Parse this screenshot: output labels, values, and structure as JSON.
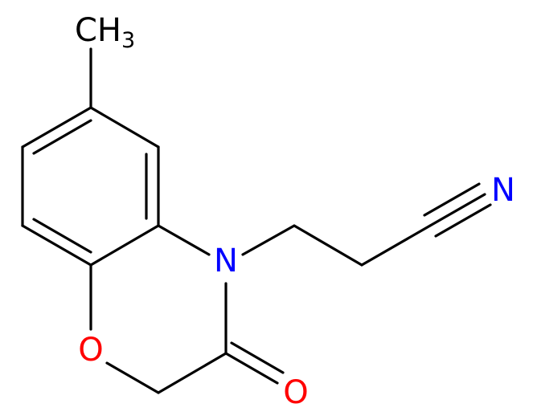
{
  "molecule": {
    "labels": {
      "methyl": "CH",
      "methyl_sub": "3",
      "ring_nitrogen": "N",
      "ring_oxygen": "O",
      "carbonyl_oxygen": "O",
      "nitrile_nitrogen": "N"
    },
    "colors": {
      "bond": "#000000",
      "carbon_label": "#000000",
      "nitrogen": "#0000ff",
      "oxygen": "#ff0000",
      "background": "#ffffff"
    }
  }
}
